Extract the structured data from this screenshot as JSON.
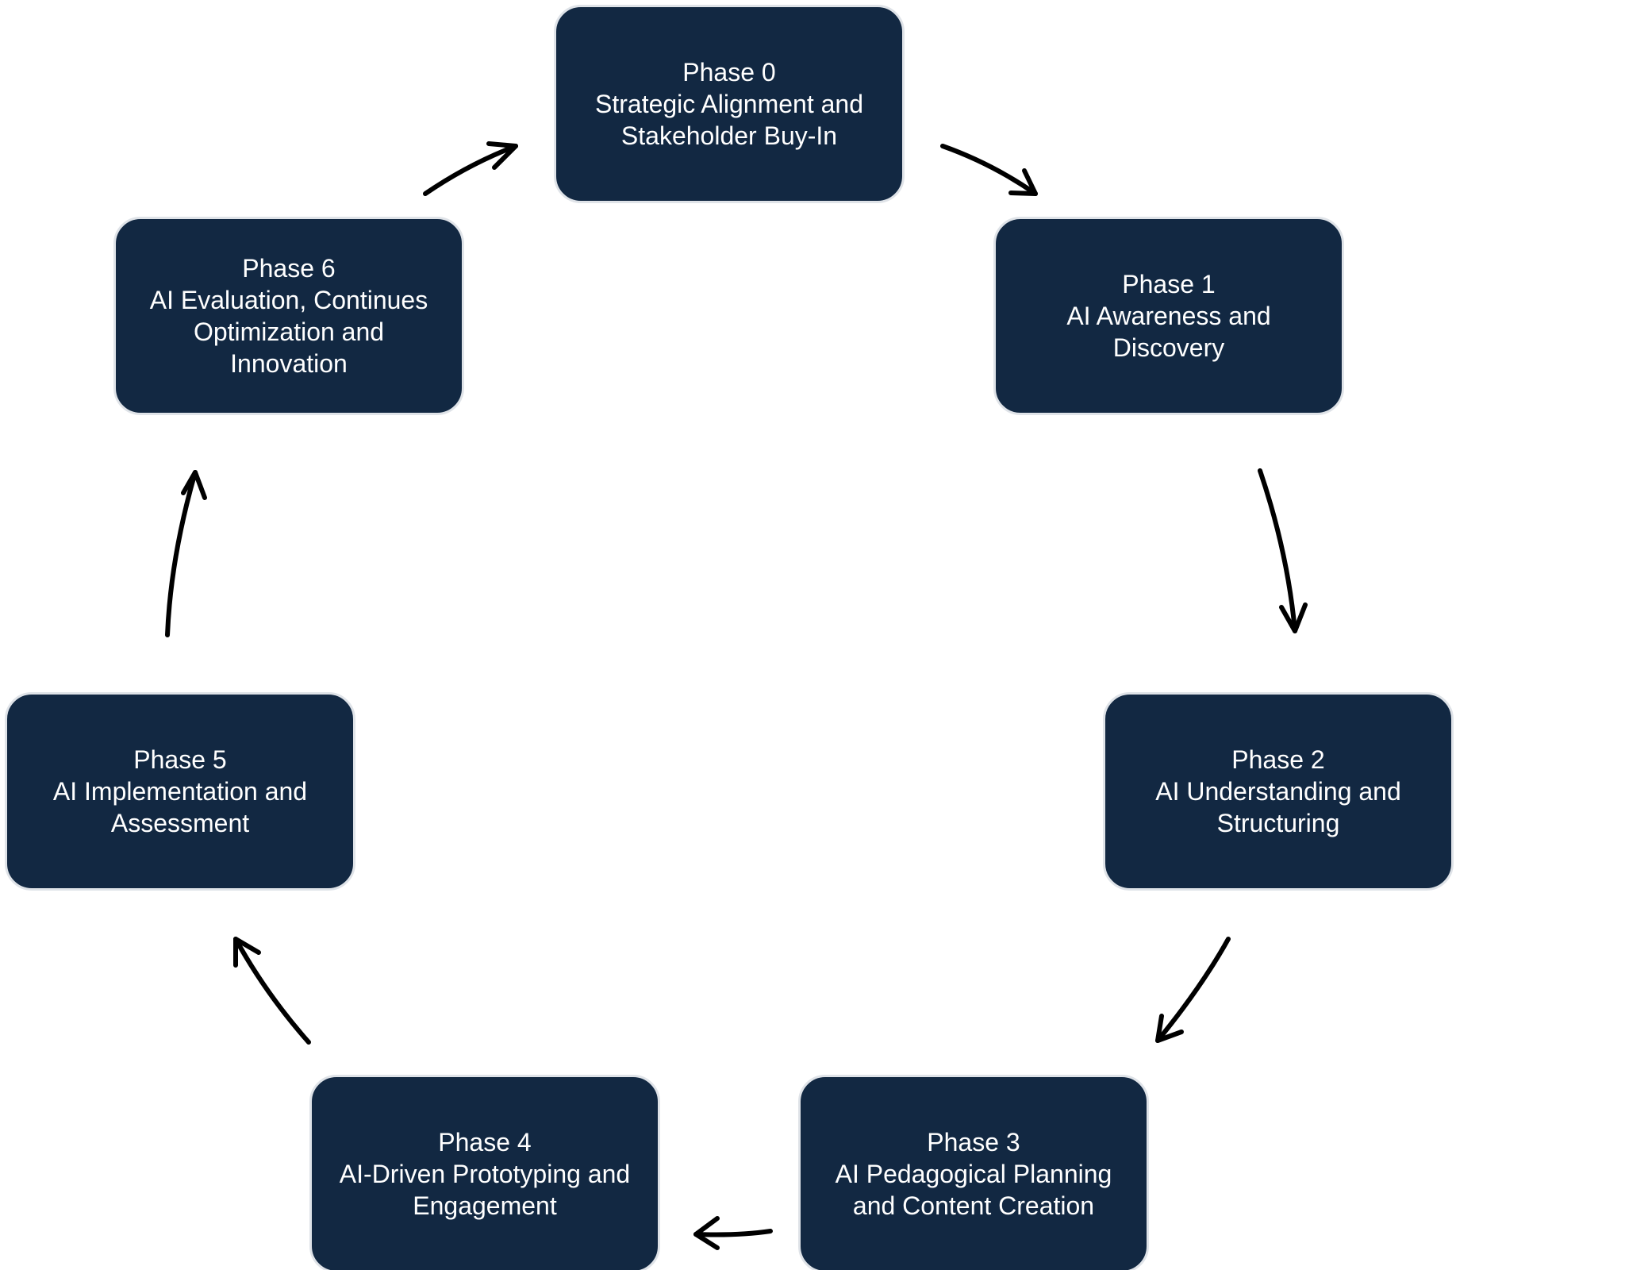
{
  "diagram": {
    "phases": [
      {
        "id": "phase0",
        "title": "Phase 0",
        "lines": [
          "Strategic Alignment and",
          "Stakeholder Buy-In"
        ]
      },
      {
        "id": "phase1",
        "title": "Phase 1",
        "lines": [
          "AI Awareness and",
          "Discovery"
        ]
      },
      {
        "id": "phase2",
        "title": "Phase 2",
        "lines": [
          "AI Understanding and",
          "Structuring"
        ]
      },
      {
        "id": "phase3",
        "title": "Phase 3",
        "lines": [
          "AI Pedagogical Planning",
          "and Content Creation"
        ]
      },
      {
        "id": "phase4",
        "title": "Phase 4",
        "lines": [
          "AI-Driven Prototyping and",
          "Engagement"
        ]
      },
      {
        "id": "phase5",
        "title": "Phase 5",
        "lines": [
          "AI Implementation and",
          "Assessment"
        ]
      },
      {
        "id": "phase6",
        "title": "Phase 6",
        "lines": [
          "AI Evaluation, Continues",
          "Optimization and",
          "Innovation"
        ]
      }
    ],
    "flow": [
      {
        "from": "phase0",
        "to": "phase1"
      },
      {
        "from": "phase1",
        "to": "phase2"
      },
      {
        "from": "phase2",
        "to": "phase3"
      },
      {
        "from": "phase3",
        "to": "phase4"
      },
      {
        "from": "phase4",
        "to": "phase5"
      },
      {
        "from": "phase5",
        "to": "phase6"
      },
      {
        "from": "phase6",
        "to": "phase0"
      }
    ],
    "colors": {
      "box_fill": "#122842",
      "box_border": "#dfe3e8",
      "text": "#ffffff",
      "arrow": "#000000"
    }
  }
}
